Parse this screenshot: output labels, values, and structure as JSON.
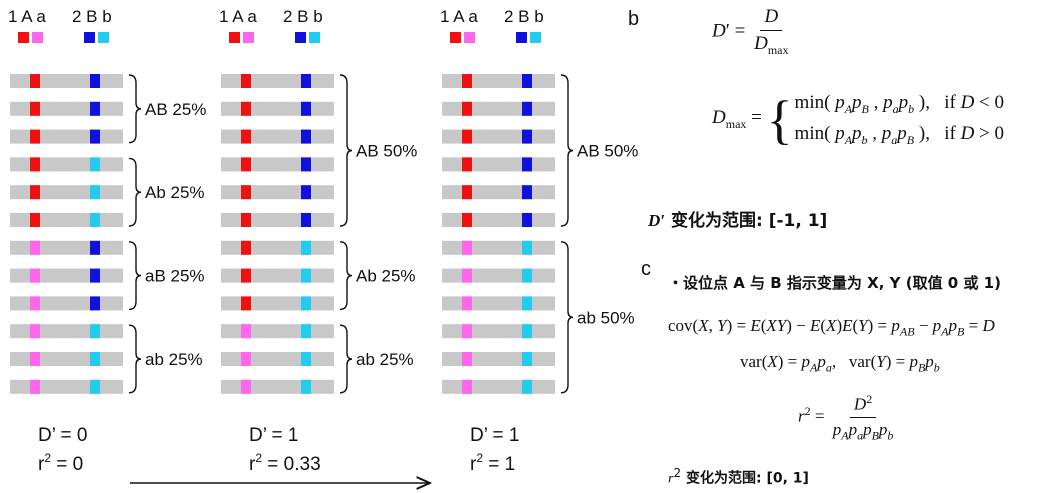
{
  "colors": {
    "A": "#ee1111",
    "a": "#ff66ee",
    "B": "#1111dd",
    "b": "#22ccee",
    "bar": "#c8c8c8"
  },
  "legend": {
    "locus1": "1 A a",
    "locus2": "2 B b"
  },
  "panels": [
    {
      "rows": [
        [
          "A",
          "B"
        ],
        [
          "A",
          "B"
        ],
        [
          "A",
          "B"
        ],
        [
          "A",
          "b"
        ],
        [
          "A",
          "b"
        ],
        [
          "A",
          "b"
        ],
        [
          "a",
          "B"
        ],
        [
          "a",
          "B"
        ],
        [
          "a",
          "B"
        ],
        [
          "a",
          "b"
        ],
        [
          "a",
          "b"
        ],
        [
          "a",
          "b"
        ]
      ],
      "groups": [
        {
          "label": "AB 25%",
          "start": 0,
          "end": 2
        },
        {
          "label": "Ab 25%",
          "start": 3,
          "end": 5
        },
        {
          "label": "aB 25%",
          "start": 6,
          "end": 8
        },
        {
          "label": "ab 25%",
          "start": 9,
          "end": 11
        }
      ],
      "dprime": "D’ = 0",
      "r2_prefix": "r",
      "r2_suffix": " = 0"
    },
    {
      "rows": [
        [
          "A",
          "B"
        ],
        [
          "A",
          "B"
        ],
        [
          "A",
          "B"
        ],
        [
          "A",
          "B"
        ],
        [
          "A",
          "B"
        ],
        [
          "A",
          "B"
        ],
        [
          "A",
          "b"
        ],
        [
          "A",
          "b"
        ],
        [
          "A",
          "b"
        ],
        [
          "a",
          "b"
        ],
        [
          "a",
          "b"
        ],
        [
          "a",
          "b"
        ]
      ],
      "groups": [
        {
          "label": "AB 50%",
          "start": 0,
          "end": 5
        },
        {
          "label": "Ab 25%",
          "start": 6,
          "end": 8
        },
        {
          "label": "ab 25%",
          "start": 9,
          "end": 11
        }
      ],
      "dprime": "D’ = 1",
      "r2_prefix": "r",
      "r2_suffix": " = 0.33"
    },
    {
      "rows": [
        [
          "A",
          "B"
        ],
        [
          "A",
          "B"
        ],
        [
          "A",
          "B"
        ],
        [
          "A",
          "B"
        ],
        [
          "A",
          "B"
        ],
        [
          "A",
          "B"
        ],
        [
          "a",
          "b"
        ],
        [
          "a",
          "b"
        ],
        [
          "a",
          "b"
        ],
        [
          "a",
          "b"
        ],
        [
          "a",
          "b"
        ],
        [
          "a",
          "b"
        ]
      ],
      "groups": [
        {
          "label": "AB 50%",
          "start": 0,
          "end": 5
        },
        {
          "label": "ab 50%",
          "start": 6,
          "end": 11
        }
      ],
      "dprime": "D’ = 1",
      "r2_prefix": "r",
      "r2_suffix": " = 1"
    }
  ],
  "section_b": {
    "letter": "b",
    "range_text": "变化为范围: [-1, 1]",
    "range_symbol": "D′"
  },
  "section_c": {
    "letter": "c",
    "bullet": "・设位点 A 与 B 指示变量为 X, Y (取值 0 或 1)",
    "range_text": "变化为范围: [0, 1]",
    "range_symbol": "r"
  }
}
